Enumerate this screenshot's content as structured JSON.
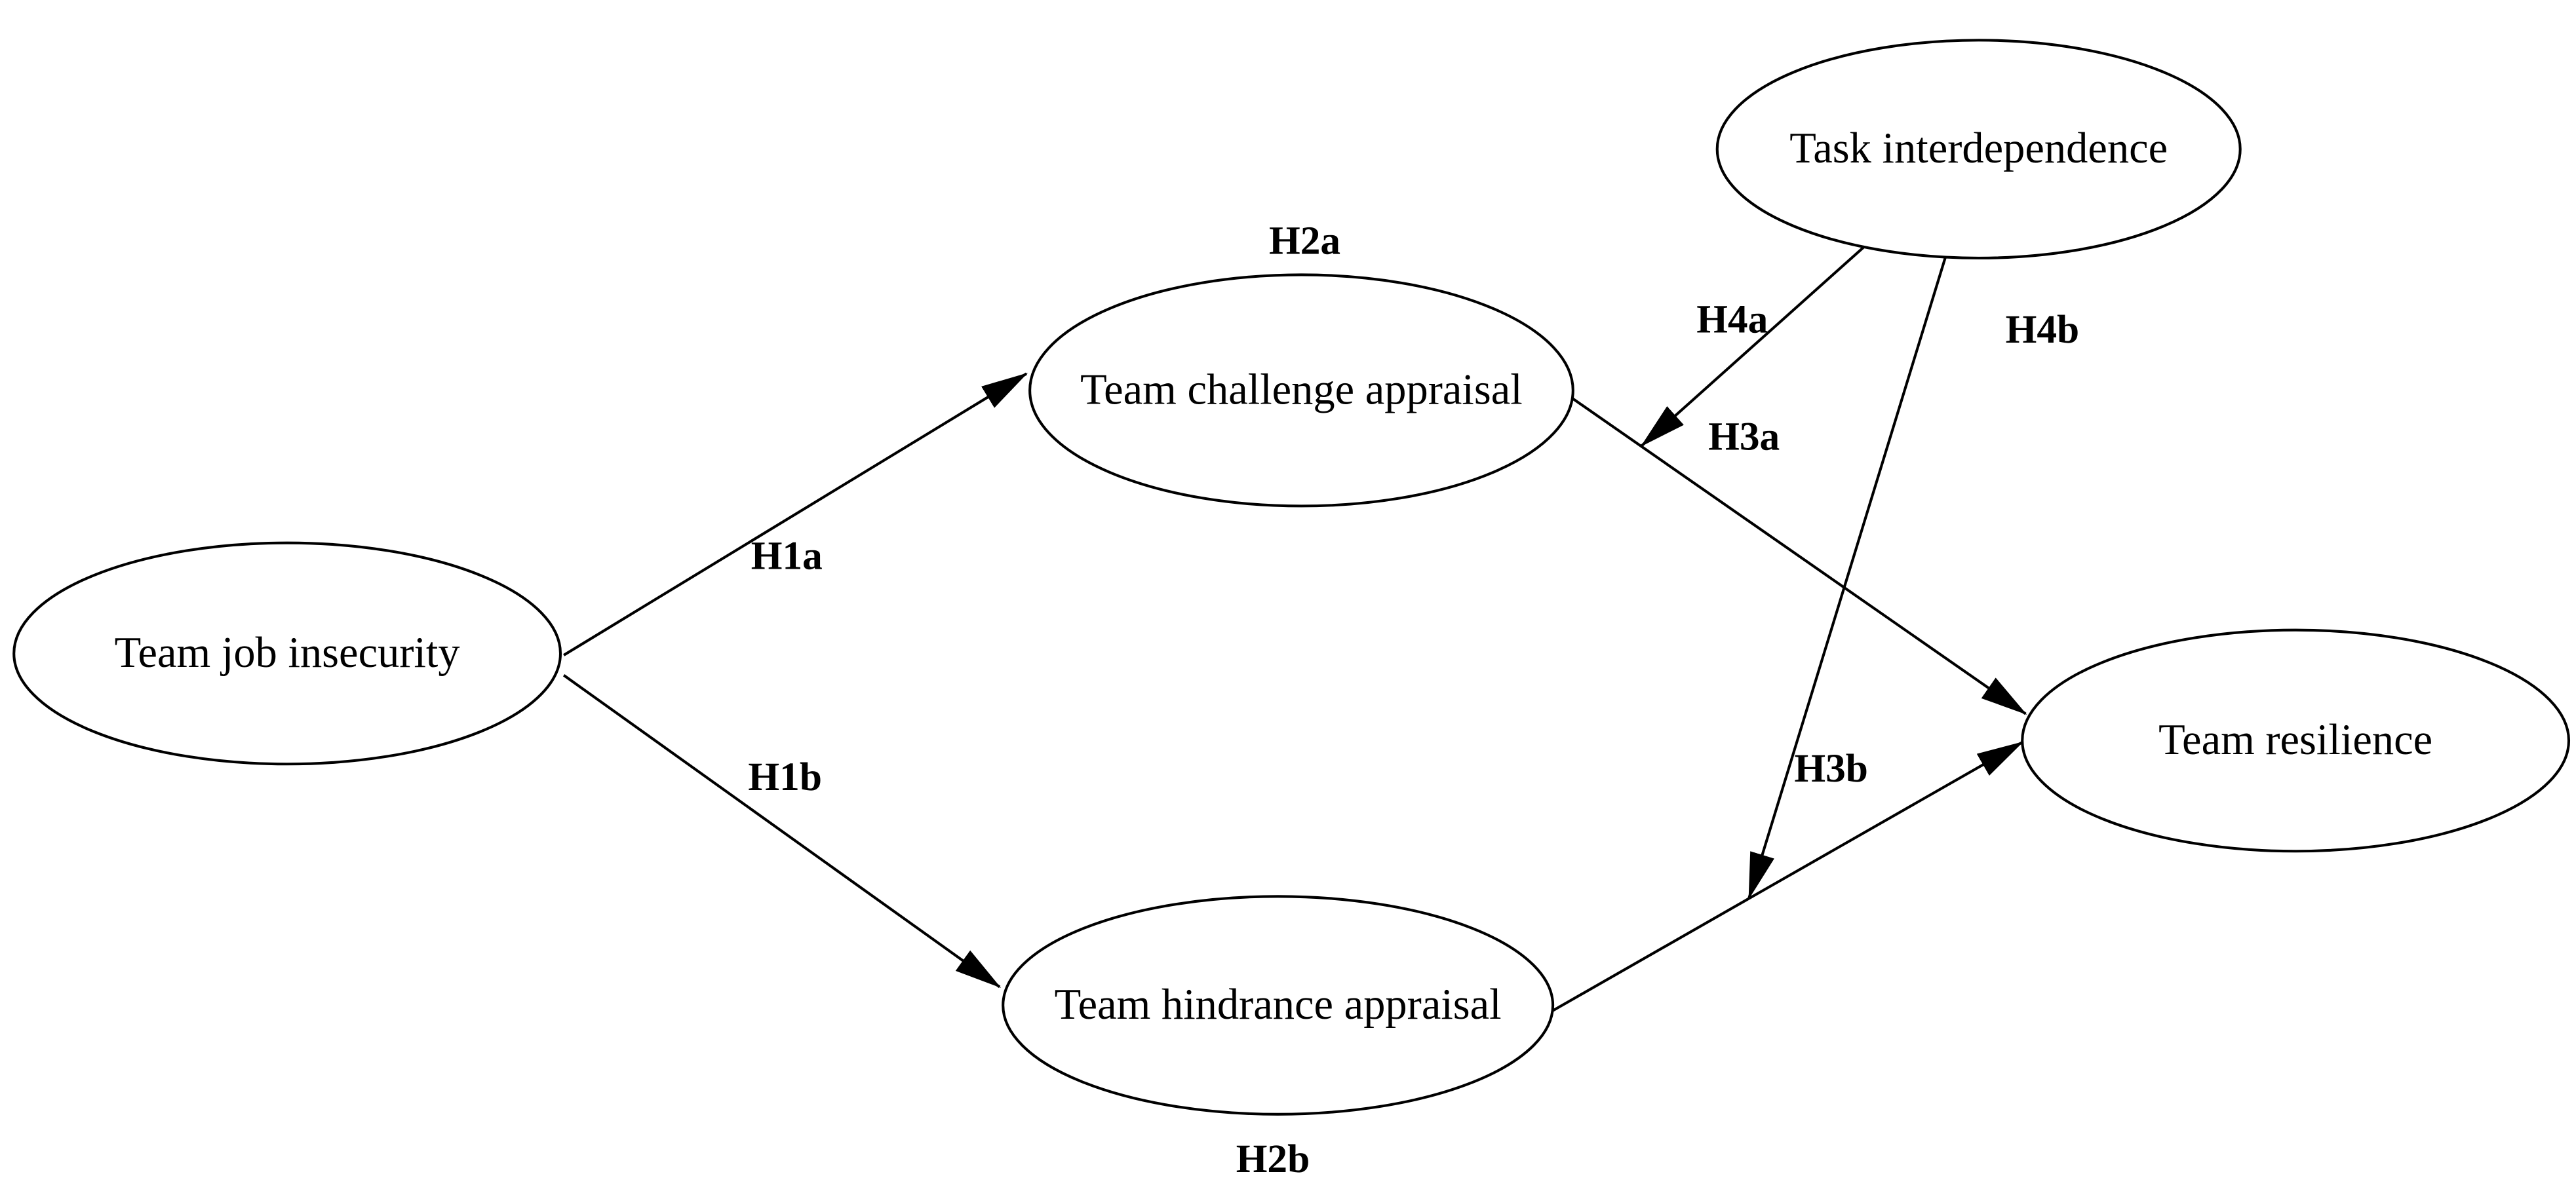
{
  "figure": {
    "background_color": "#ffffff",
    "line_color": "#000000",
    "text_color": "#000000",
    "nodes": [
      {
        "id": "team-job-insecurity",
        "label": "Team job insecurity"
      },
      {
        "id": "team-challenge-appraisal",
        "label": "Team challenge appraisal"
      },
      {
        "id": "team-hindrance-appraisal",
        "label": "Team hindrance appraisal"
      },
      {
        "id": "task-interdependence",
        "label": "Task interdependence"
      },
      {
        "id": "team-resilience",
        "label": "Team resilience"
      }
    ],
    "paths": [
      {
        "id": "h1a",
        "label": "H1a",
        "from": "team-job-insecurity",
        "to": "team-challenge-appraisal",
        "type": "direct"
      },
      {
        "id": "h1b",
        "label": "H1b",
        "from": "team-job-insecurity",
        "to": "team-hindrance-appraisal",
        "type": "direct"
      },
      {
        "id": "h3a",
        "label": "H3a",
        "from": "team-challenge-appraisal",
        "to": "team-resilience",
        "type": "direct"
      },
      {
        "id": "h3b",
        "label": "H3b",
        "from": "team-hindrance-appraisal",
        "to": "team-resilience",
        "type": "direct"
      },
      {
        "id": "h4a",
        "label": "H4a",
        "from": "task-interdependence",
        "to": "team-challenge-appraisal → team-resilience path",
        "type": "moderation"
      },
      {
        "id": "h4b",
        "label": "H4b",
        "from": "task-interdependence",
        "to": "team-hindrance-appraisal → team-resilience path",
        "type": "moderation"
      }
    ],
    "annotations": [
      {
        "id": "h2a",
        "label": "H2a",
        "position": "above team-challenge-appraisal"
      },
      {
        "id": "h2b",
        "label": "H2b",
        "position": "below team-hindrance-appraisal"
      }
    ]
  }
}
